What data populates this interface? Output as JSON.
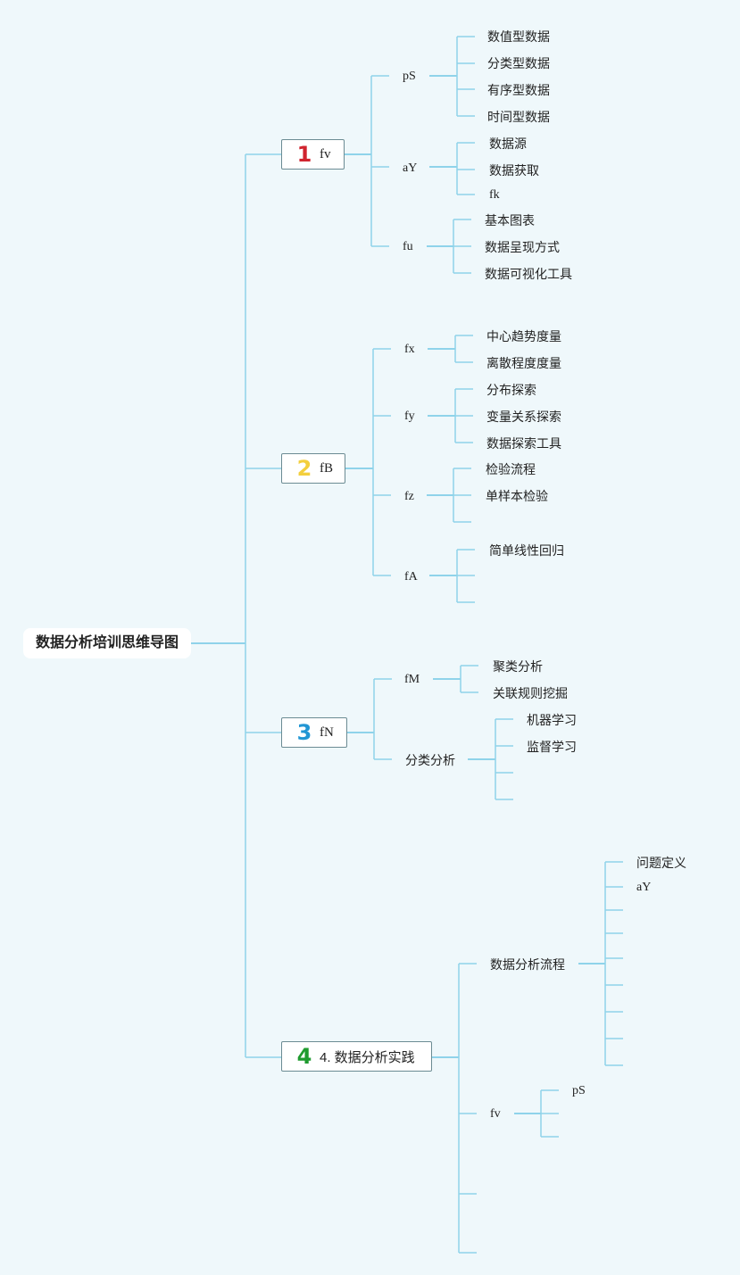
{
  "root": {
    "label": "数据分析培训思维导图"
  },
  "sections": [
    {
      "number": "1",
      "color": "#d0242f",
      "label": "fv",
      "children": [
        {
          "label": "pS",
          "items": [
            "数值型数据",
            "分类型数据",
            "有序型数据",
            "时间型数据"
          ]
        },
        {
          "label": "aY",
          "items": [
            "数据源",
            "数据获取",
            "fk"
          ]
        },
        {
          "label": "fu",
          "items": [
            "基本图表",
            "数据呈现方式",
            "数据可视化工具"
          ]
        }
      ]
    },
    {
      "number": "2",
      "color": "#f3cf3e",
      "label": "fB",
      "children": [
        {
          "label": "fx",
          "items": [
            "中心趋势度量",
            "离散程度度量"
          ]
        },
        {
          "label": "fy",
          "items": [
            "分布探索",
            "变量关系探索",
            "数据探索工具"
          ]
        },
        {
          "label": "fz",
          "items": [
            "检验流程",
            "单样本检验",
            ""
          ]
        },
        {
          "label": "fA",
          "items": [
            "简单线性回归",
            "",
            ""
          ]
        }
      ]
    },
    {
      "number": "3",
      "color": "#2296d4",
      "label": "fN",
      "children": [
        {
          "label": "fM",
          "items": [
            "聚类分析",
            "关联规则挖掘"
          ]
        },
        {
          "label": "分类分析",
          "items": [
            "机器学习",
            "监督学习",
            "",
            ""
          ]
        }
      ]
    },
    {
      "number": "4",
      "color": "#1f9b2f",
      "label": "4. 数据分析实践",
      "children": [
        {
          "label": "数据分析流程",
          "items": [
            "问题定义",
            "aY",
            "",
            "",
            "",
            "",
            "",
            "",
            ""
          ]
        },
        {
          "label": "fv",
          "items": [
            "pS",
            "",
            ""
          ]
        },
        {
          "label": "",
          "items": []
        },
        {
          "label": "",
          "items": []
        }
      ]
    }
  ]
}
